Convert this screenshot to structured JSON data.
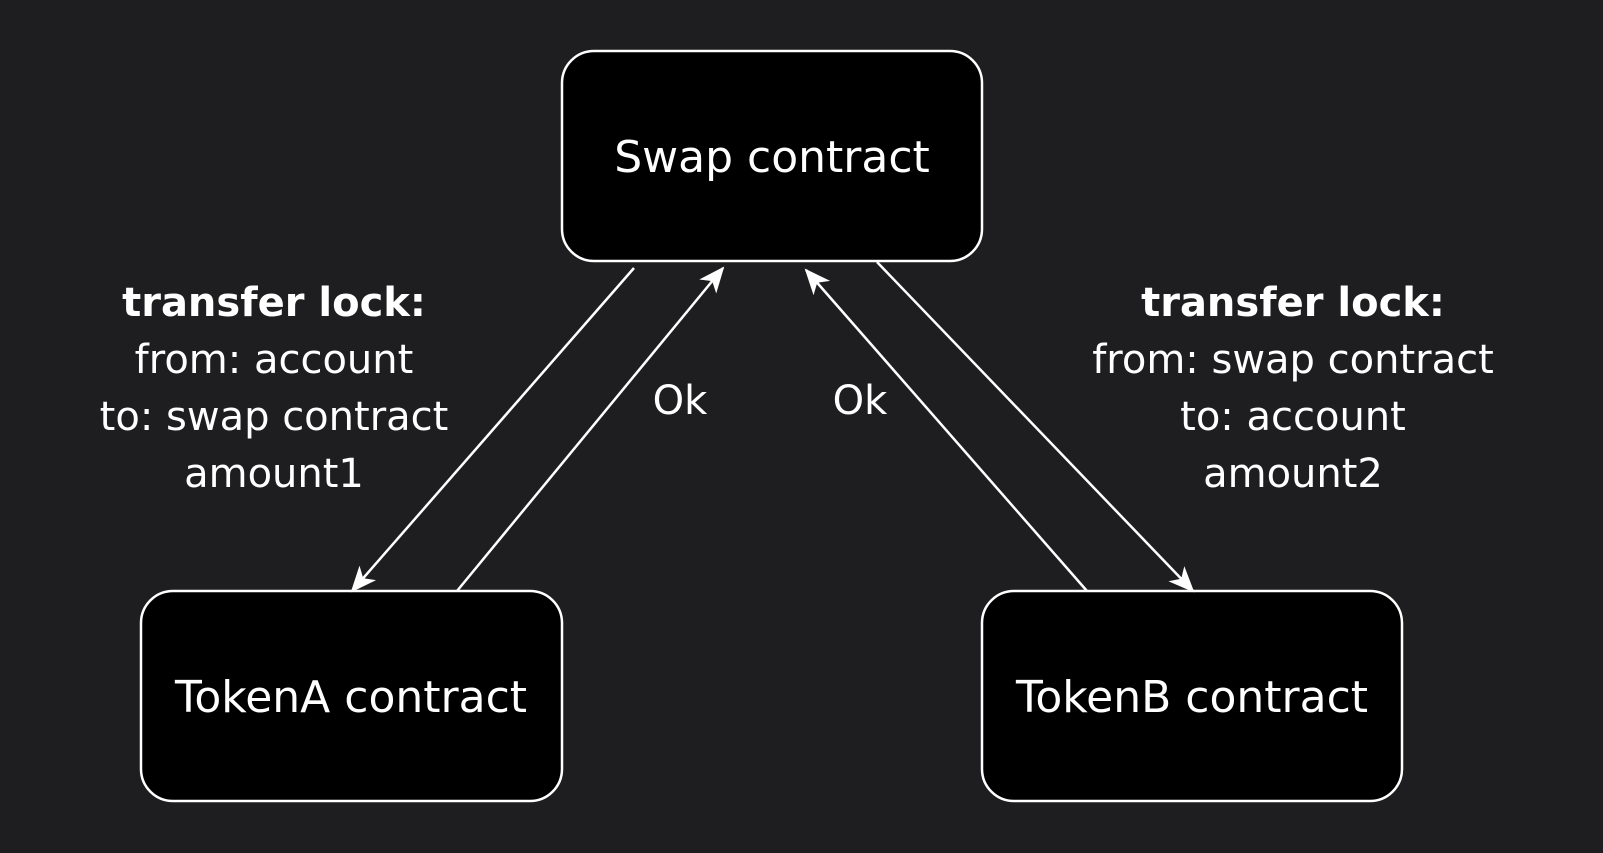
{
  "nodes": {
    "swap": {
      "label": "Swap contract"
    },
    "token_a": {
      "label": "TokenA contract"
    },
    "token_b": {
      "label": "TokenB contract"
    }
  },
  "edges": {
    "swap_to_token_a": {
      "heading": "transfer lock:",
      "from": "from: account",
      "to": "to: swap contract",
      "amount": "amount1"
    },
    "token_a_to_swap": {
      "label": "Ok"
    },
    "token_b_to_swap": {
      "label": "Ok"
    },
    "swap_to_token_b": {
      "heading": "transfer lock:",
      "from": "from: swap contract",
      "to": "to: account",
      "amount": "amount2"
    }
  },
  "colors": {
    "background": "#1e1e20",
    "node_fill": "#000000",
    "stroke": "#ffffff",
    "text": "#ffffff"
  }
}
